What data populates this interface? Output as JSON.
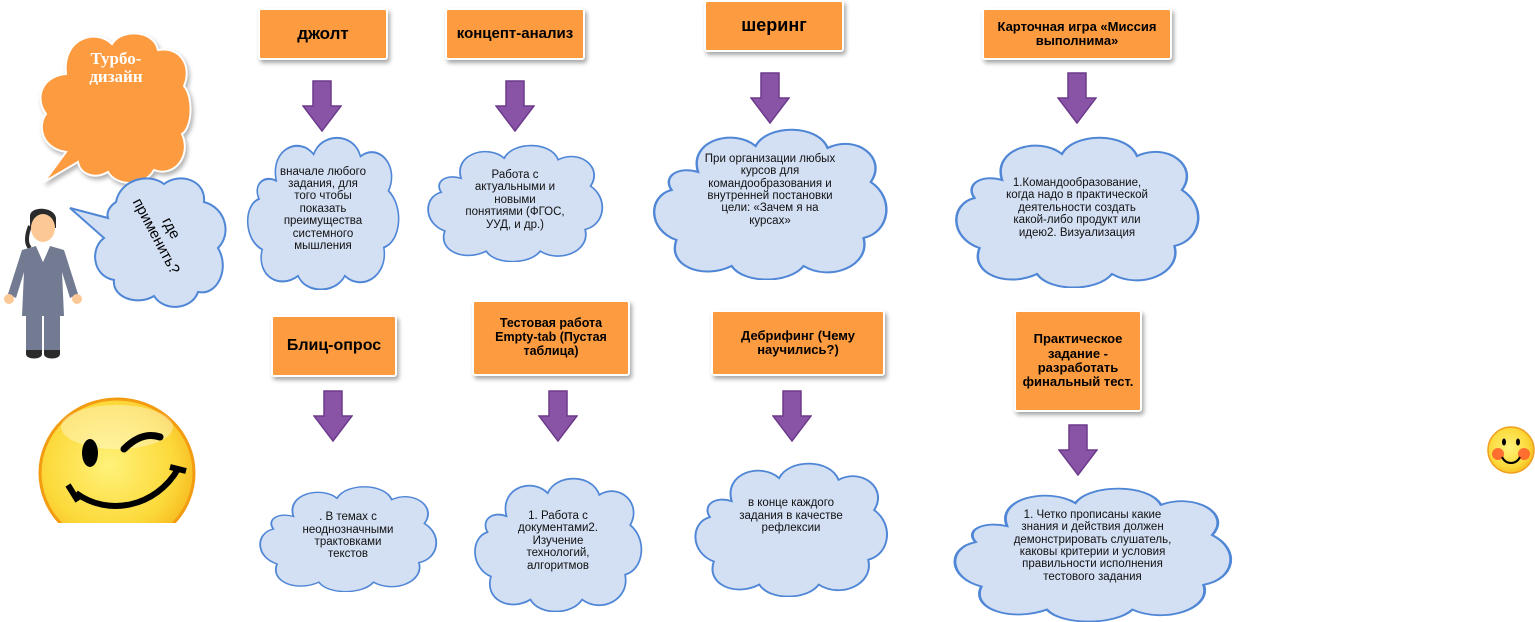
{
  "speech": {
    "turbo": "Турбо-\nдизайн",
    "where": "где\nприменить?"
  },
  "colors": {
    "box_fill": "#fd9b41",
    "cloud_fill": "#d3dff3",
    "cloud_stroke": "#4f86d6",
    "arrow_fill": "#8a54a6",
    "arrow_stroke": "#6c3a8c"
  },
  "methods": [
    {
      "title": "джолт",
      "description": "вначале любого\nзадания, для\nтого чтобы\nпоказать\nпреимущества\nсистемного\nмышления"
    },
    {
      "title": "концепт-анализ",
      "description": "Работа с\nактуальными и\nновыми\nпонятиями (ФГОС,\nУУД, и др.)"
    },
    {
      "title": "шеринг",
      "description": "При организации любых\nкурсов для\nкомандообразования и\nвнутренней постановки\nцели: «Зачем я на\nкурсах»"
    },
    {
      "title": "Карточная игра «Миссия выполнима»",
      "description": "1.Командообразование,\nкогда надо в практической\nдеятельности создать\nкакой-либо продукт или\nидею2. Визуализация"
    },
    {
      "title": "Блиц-опрос",
      "description": ". В темах с\nнеоднозначными\nтрактовками\nтекстов"
    },
    {
      "title": "Тестовая работа Empty-tab (Пустая таблица)",
      "description": "1. Работа с\nдокументами2.\nИзучение\nтехнологий,\nалгоритмов"
    },
    {
      "title": "Дебрифинг (Чему научились?)",
      "description": "в конце каждого\nзадания в качестве\nрефлексии"
    },
    {
      "title": "Практическое задание - разработать финальный тест.",
      "description": "1. Четко прописаны какие\nзнания и действия должен\nдемонстрировать слушатель,\nкаковы критерии и условия\nправильности исполнения\nтестового задания"
    }
  ]
}
